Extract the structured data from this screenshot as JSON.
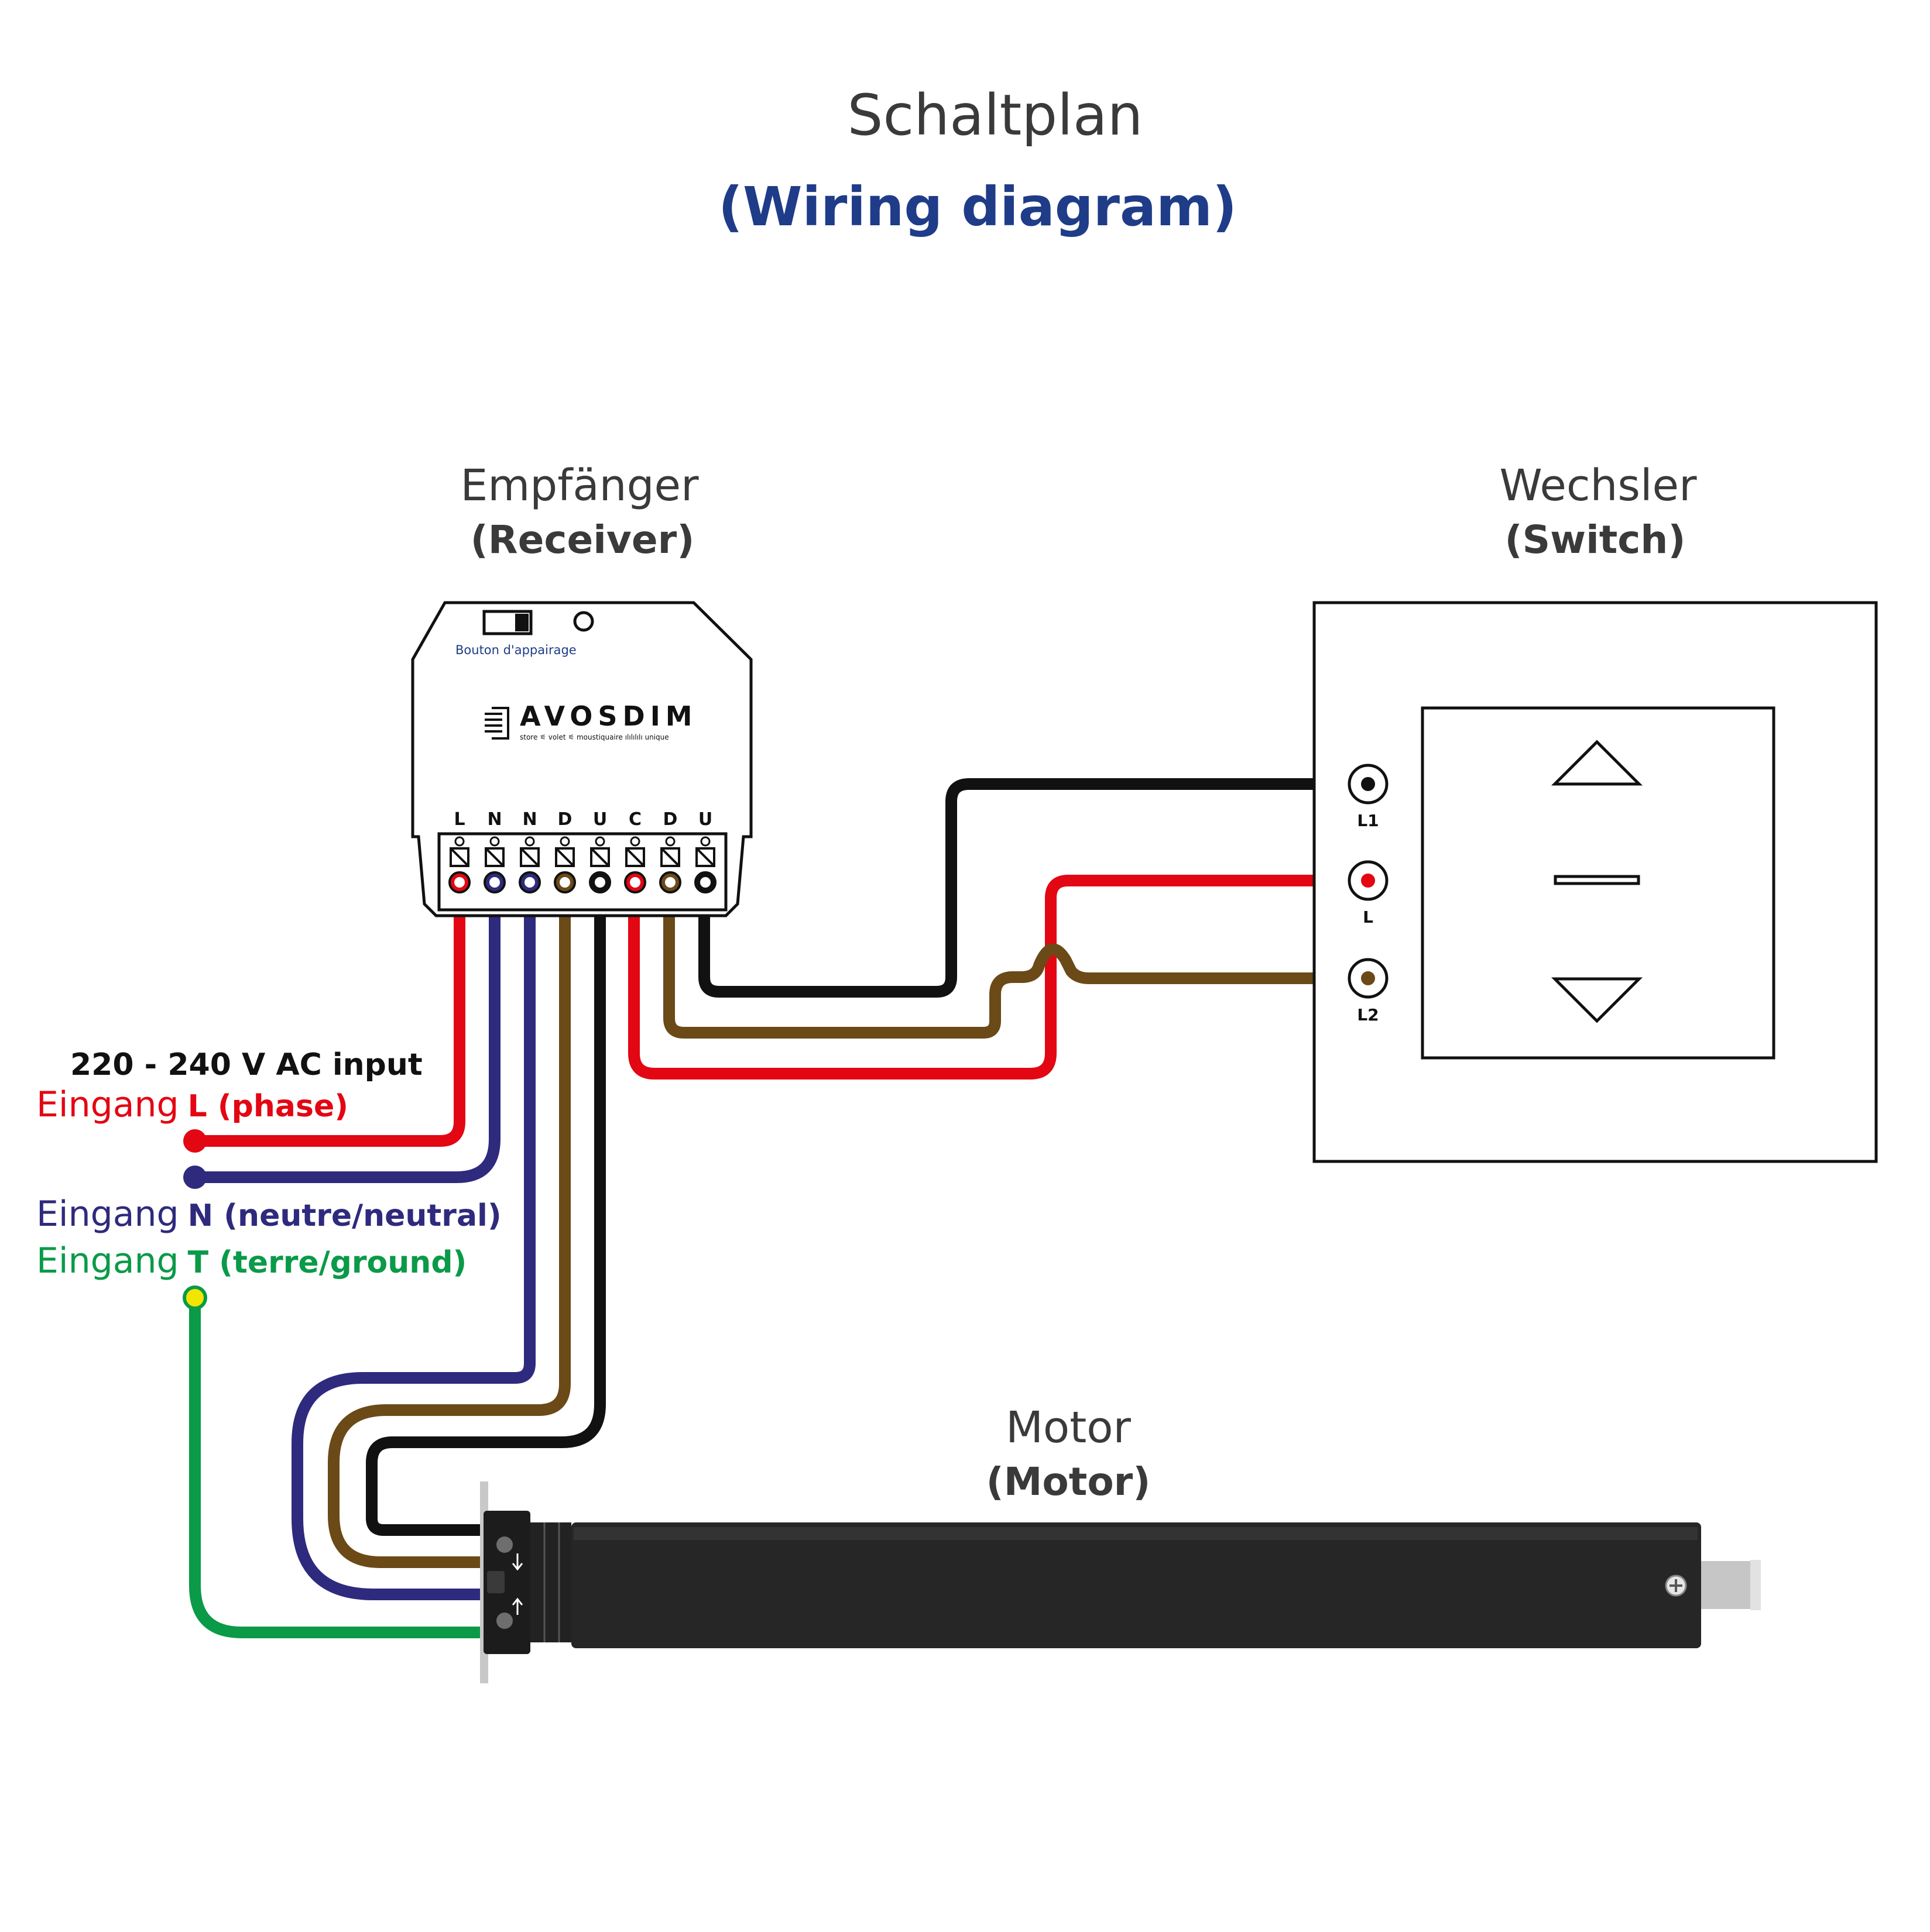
{
  "title": {
    "main": "Schaltplan",
    "sub": "(Wiring diagram)"
  },
  "receiver": {
    "label": "Empfänger",
    "label_en": "(Receiver)",
    "pairing_button": "Bouton d'appairage",
    "brand": "AVOSDIM",
    "tagline": "store ⚟ volet ⚟ moustiquaire ılılılılı unique",
    "terminals": [
      "L",
      "N",
      "N",
      "D",
      "U",
      "C",
      "D",
      "U"
    ]
  },
  "switch": {
    "label": "Wechsler",
    "label_en": "(Switch)",
    "terminals": [
      "L1",
      "L",
      "L2"
    ],
    "buttons": [
      "up-arrow",
      "stop",
      "down-arrow"
    ]
  },
  "motor": {
    "label": "Motor",
    "label_en": "(Motor)"
  },
  "inputs": {
    "voltage": "220 - 240 V AC input",
    "phase_prefix": "Eingang",
    "phase_suffix": "L (phase)",
    "neutral_prefix": "Eingang",
    "neutral_suffix": "N (neutre/neutral)",
    "ground_prefix": "Eingang",
    "ground_suffix": "T (terre/ground)"
  },
  "colors": {
    "phase": "#e30613",
    "neutral": "#2e2a7d",
    "brown": "#6b4a18",
    "black": "#111111",
    "ground": "#0a9a48",
    "ground_dot": "#f2e600",
    "title_blue": "#1f3c88",
    "text_dark": "#3a3a3a"
  }
}
